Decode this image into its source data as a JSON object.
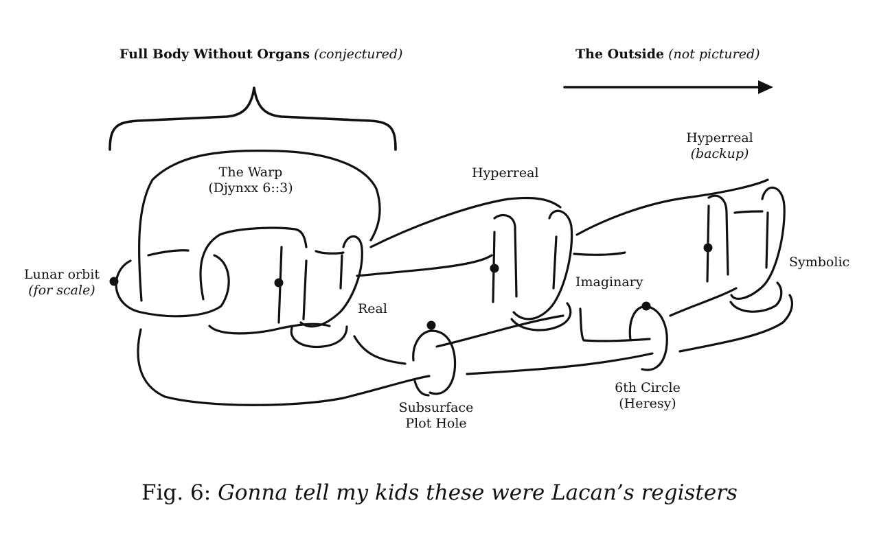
{
  "header": {
    "bwo_title": "Full Body Without Organs",
    "bwo_note": "(conjectured)",
    "outside_title": "The Outside",
    "outside_note": "(not pictured)"
  },
  "labels": {
    "warp_line1": "The Warp",
    "warp_line2": "(Djynxx 6::3)",
    "hyperreal": "Hyperreal",
    "hyperreal_backup_line1": "Hyperreal",
    "hyperreal_backup_line2": "(backup)",
    "lunar_line1": "Lunar orbit",
    "lunar_line2": "(for scale)",
    "real": "Real",
    "imaginary": "Imaginary",
    "symbolic": "Symbolic",
    "subsurface_line1": "Subsurface",
    "subsurface_line2": "Plot Hole",
    "sixth_line1": "6th Circle",
    "sixth_line2": "(Heresy)"
  },
  "caption": {
    "prefix": "Fig. 6:",
    "text": "Gonna tell my kids these were Lacan’s registers"
  }
}
